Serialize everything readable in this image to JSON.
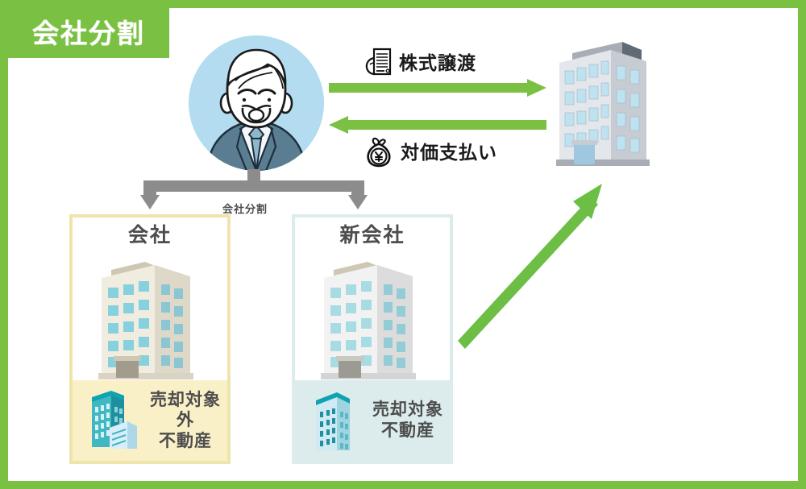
{
  "title": {
    "banner_label": "会社分割"
  },
  "theme": {
    "brand_green": "#7ac143",
    "arrow_green": "#7ac143",
    "old_box_border": "#efe4ab",
    "old_box_footer": "#faf0c8",
    "new_box_border": "#dcecec",
    "new_box_footer": "#dcecec",
    "gray_arrow": "#8c8c8c",
    "text_dark": "#4d4d4d",
    "avatar_circle": "#b3dcf0"
  },
  "actors": {
    "owner": {
      "icon": "elderly-businessman-avatar-icon",
      "label": ""
    },
    "buyer": {
      "icon": "office-building-icon",
      "label": ""
    }
  },
  "flows": {
    "stock_transfer": {
      "label": "株式譲渡",
      "icon": "stock-certificate-in-hand-icon",
      "direction": "right"
    },
    "consideration_payment": {
      "label": "対価支払い",
      "icon": "money-bag-yen-icon",
      "direction": "left"
    },
    "company_split": {
      "label": "会社分割",
      "direction": "down-split"
    },
    "transfer_to_buyer": {
      "label": "",
      "direction": "up-right-diagonal"
    }
  },
  "boxes": [
    {
      "id": "old-company",
      "title": "会社",
      "building_icon": "beige-office-building-icon",
      "footer": {
        "icon": "teal-highrise-buildings-icon",
        "line1": "売却対象外",
        "line2": "不動産"
      }
    },
    {
      "id": "new-company",
      "title": "新会社",
      "building_icon": "gray-office-building-icon",
      "footer": {
        "icon": "teal-tower-building-icon",
        "line1": "売却対象",
        "line2": "不動産"
      }
    }
  ]
}
